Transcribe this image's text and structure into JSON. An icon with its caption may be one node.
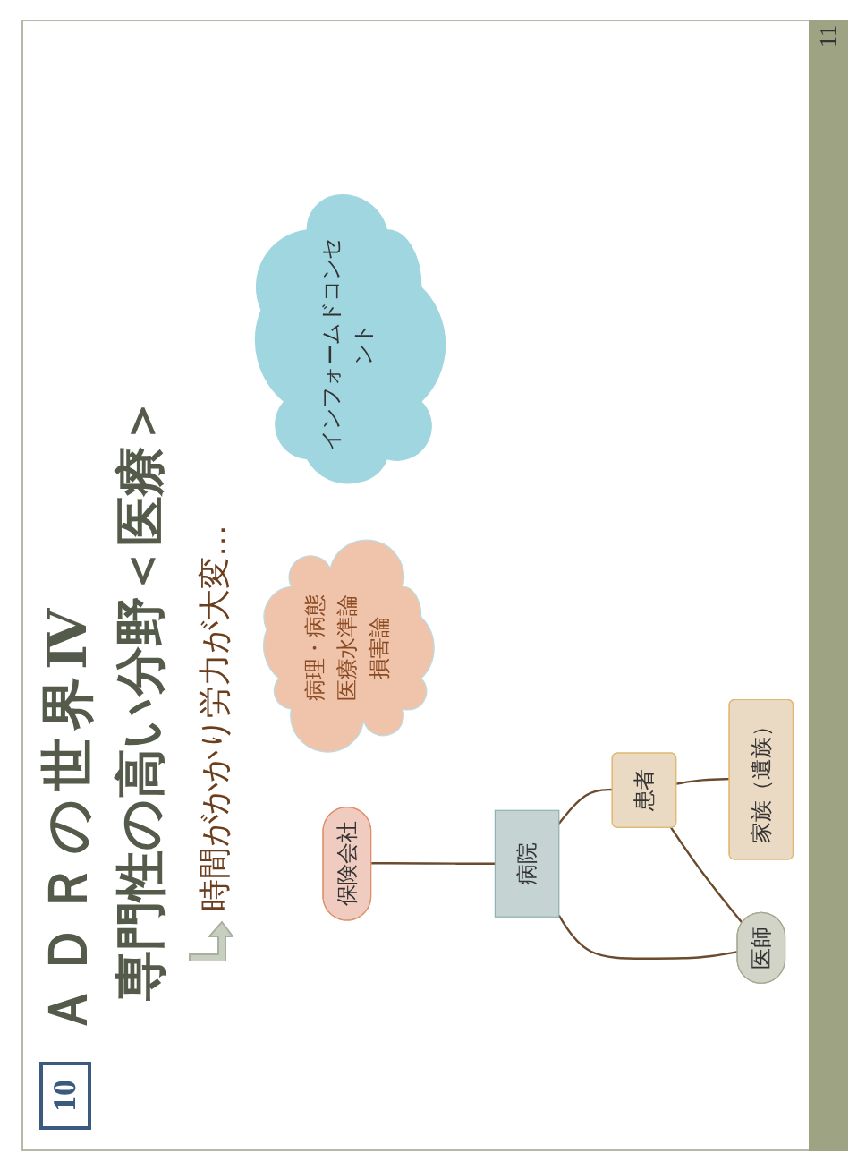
{
  "diagram": {
    "title": "ＡＤＲの世界Ⅳ",
    "nodes": [
      {
        "text": [
          "保険会社"
        ]
      },
      {
        "text": [
          "病院"
        ]
      },
      {
        "text": [
          "病理・病態",
          "医療水準論",
          "損害論"
        ]
      },
      {
        "text": [
          "患者"
        ]
      },
      {
        "text": [
          "家族（遺族）"
        ]
      },
      {
        "text": [
          "医師"
        ]
      },
      {
        "text": [
          "インフォームドコンセント"
        ]
      }
    ],
    "edges": [
      {
        "from": 0,
        "to": 1,
        "arrow": "none"
      },
      {
        "from": 1,
        "to": 3,
        "arrow": "none"
      },
      {
        "from": 1,
        "to": 5,
        "arrow": "none"
      },
      {
        "from": 3,
        "to": 5,
        "arrow": "none"
      },
      {
        "from": 3,
        "to": 4,
        "arrow": "none"
      }
    ],
    "labels": [
      "10",
      "専門性の高い分野＜医療＞",
      "時間がかかり労力が大変…",
      "11"
    ]
  }
}
